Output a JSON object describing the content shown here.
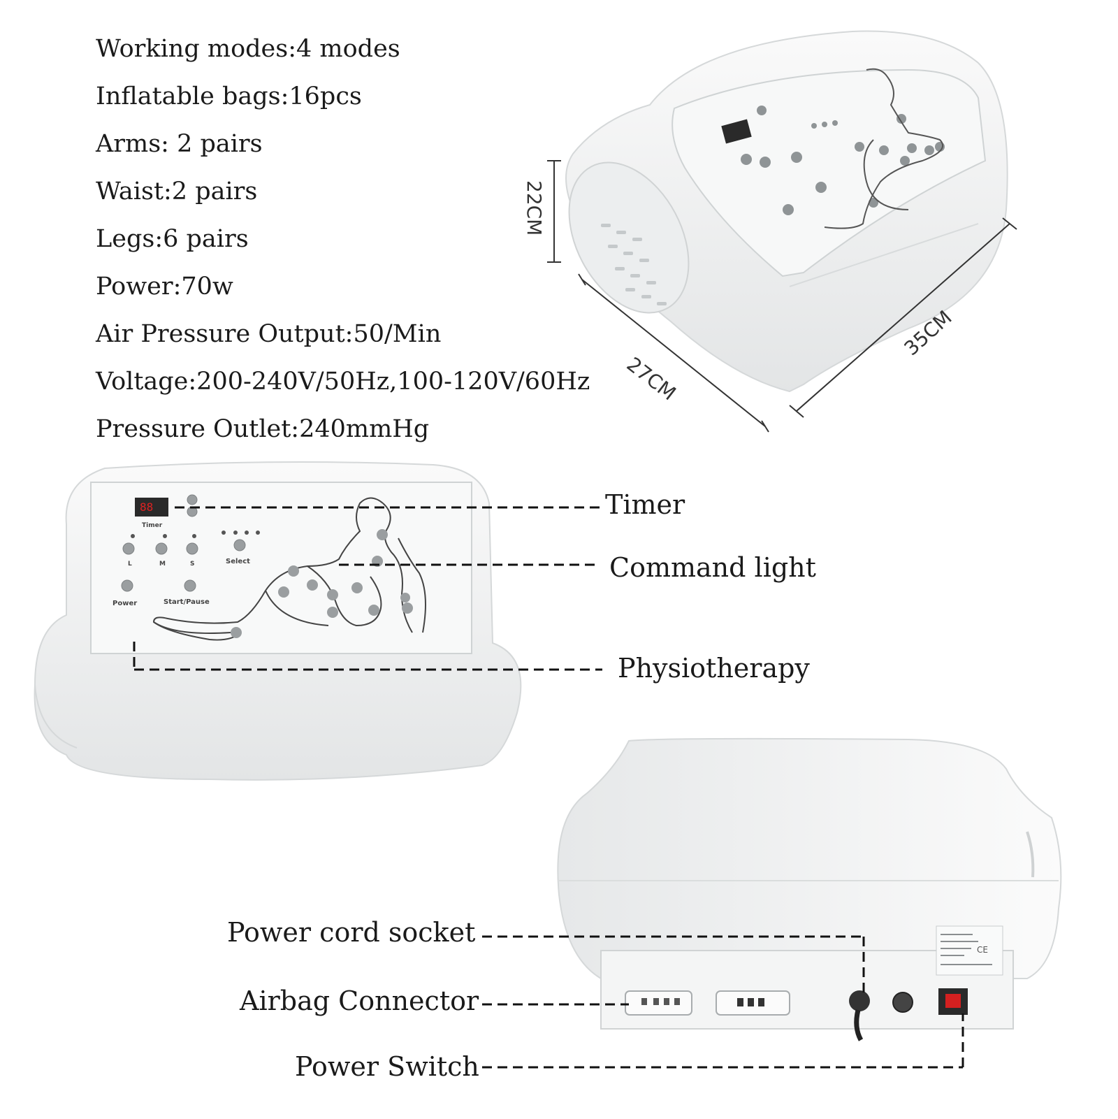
{
  "specs": [
    "Working modes:4 modes",
    "Inflatable bags:16pcs",
    "Arms: 2 pairs",
    "Waist:2 pairs",
    "Legs:6 pairs",
    "Power:70w",
    "Air Pressure Output:50/Min",
    "Voltage:200-240V/50Hz,100-120V/60Hz",
    "Pressure Outlet:240mmHg"
  ],
  "dimensions": {
    "height": "22CM",
    "depth": "27CM",
    "width": "35CM"
  },
  "front_callouts": {
    "timer": "Timer",
    "command_light": "Command light",
    "physiotherapy": "Physiotherapy"
  },
  "back_callouts": {
    "power_cord_socket": "Power cord socket",
    "airbag_connector": "Airbag Connector",
    "power_switch": "Power Switch"
  },
  "panel_labels": {
    "timer": "Timer",
    "l": "L",
    "m": "M",
    "s": "S",
    "select": "Select",
    "power": "Power",
    "start_pause": "Start/Pause"
  },
  "colors": {
    "device_body": "#f2f3f3",
    "display": "#2a2a2a",
    "power_switch": "#d42020"
  }
}
